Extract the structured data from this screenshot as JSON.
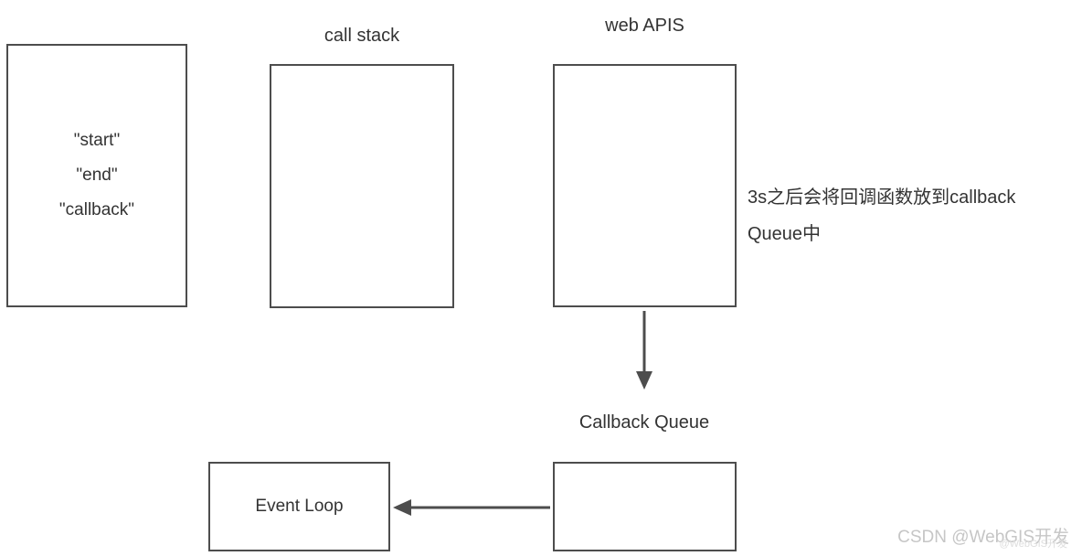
{
  "colors": {
    "border": "#4d4d4d",
    "text": "#333333",
    "arrow": "#4d4d4d",
    "watermark": "#c6c6c6"
  },
  "output_box": {
    "lines": [
      "\"start\"",
      "\"end\"",
      "\"callback\""
    ]
  },
  "call_stack": {
    "label": "call stack"
  },
  "web_apis": {
    "label": "web APIS"
  },
  "annotation": {
    "line1": "3s之后会将回调函数放到callback",
    "line2": "Queue中"
  },
  "callback_queue": {
    "label": "Callback Queue"
  },
  "event_loop": {
    "label": "Event Loop"
  },
  "watermark": {
    "text": "CSDN @WebGIS开发",
    "shadow_text": "@WebGIS开发"
  }
}
